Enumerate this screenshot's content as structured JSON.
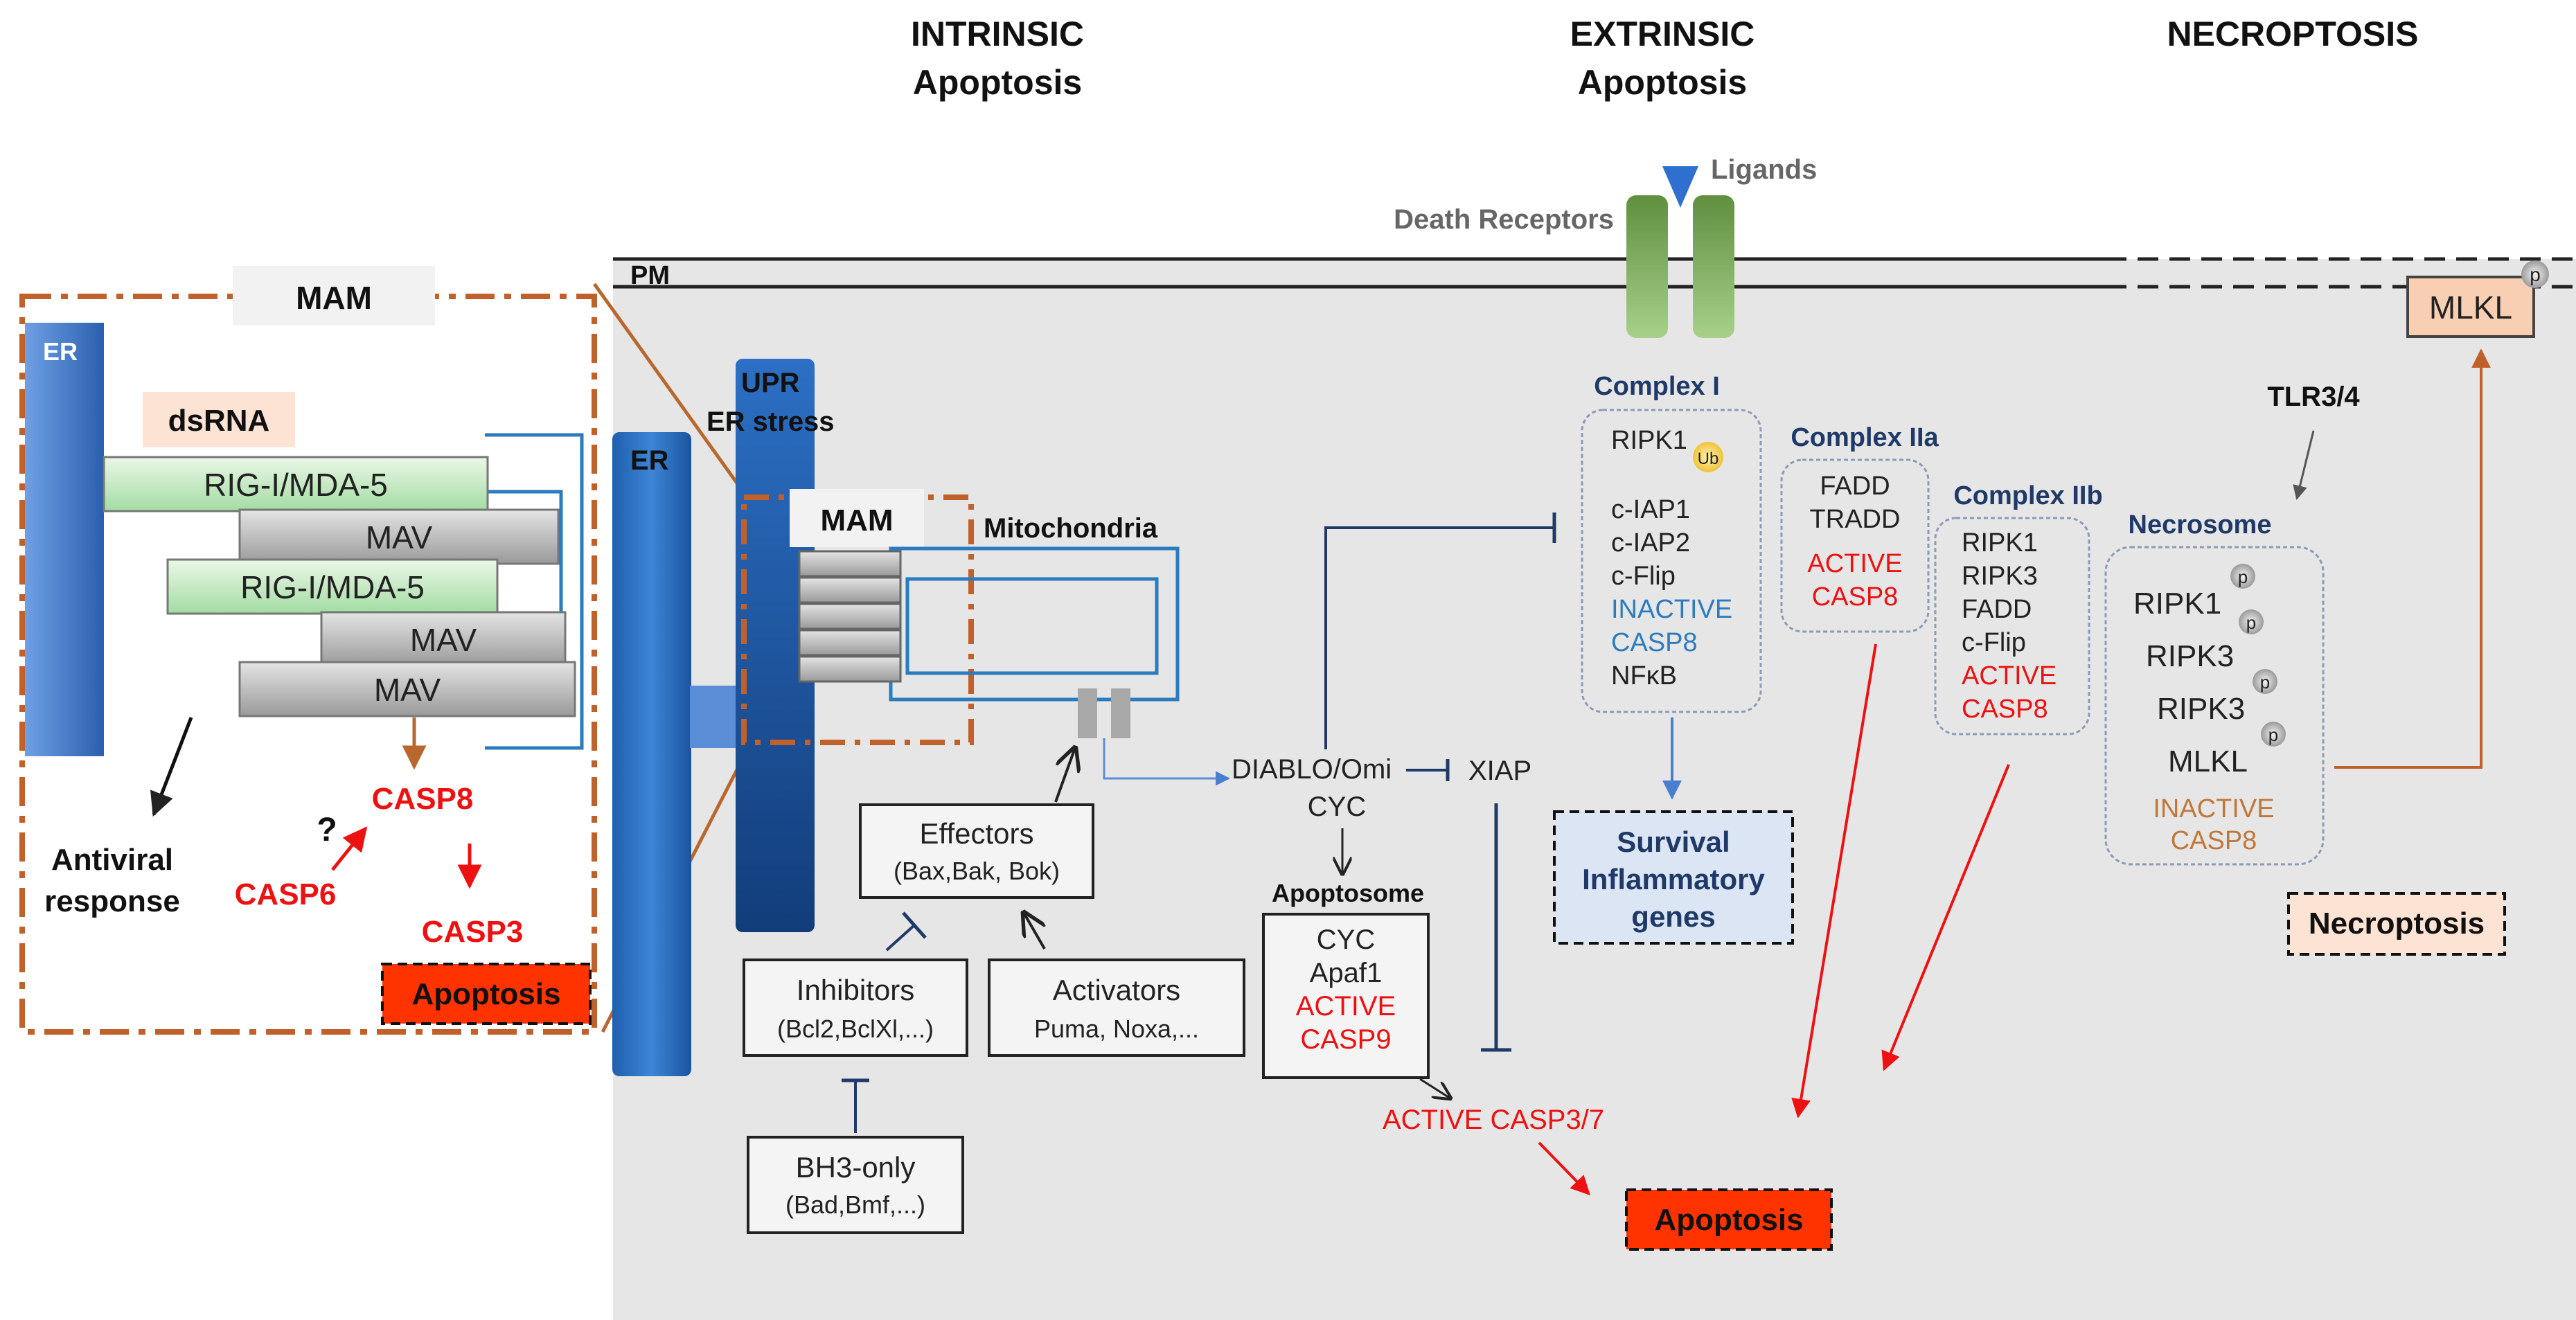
{
  "headers": {
    "intrinsic_1": "INTRINSIC",
    "intrinsic_2": "Apoptosis",
    "extrinsic_1": "EXTRINSIC",
    "extrinsic_2": "Apoptosis",
    "necroptosis": "NECROPTOSIS"
  },
  "membrane": {
    "pm": "PM",
    "ligands": "Ligands",
    "death_receptors": "Death Receptors",
    "mlkl": "MLKL",
    "p": "p"
  },
  "inset": {
    "mam": "MAM",
    "er": "ER",
    "dsrna": "dsRNA",
    "rig1": "RIG-I/MDA-5",
    "mav1": "MAV",
    "rig2": "RIG-I/MDA-5",
    "mav2": "MAV",
    "mav3": "MAV",
    "antiviral_1": "Antiviral",
    "antiviral_2": "response",
    "question": "?",
    "casp8": "CASP8",
    "casp6": "CASP6",
    "casp3": "CASP3",
    "apoptosis": "Apoptosis"
  },
  "intrinsic": {
    "er": "ER",
    "upr_1": "UPR",
    "upr_2": "ER stress",
    "mam": "MAM",
    "mitochondria": "Mitochondria",
    "effectors": "Effectors",
    "effectors_sub": "(Bax,Bak, Bok)",
    "inhibitors": "Inhibitors",
    "inhibitors_sub": "(Bcl2,BclXl,...)",
    "activators": "Activators",
    "activators_sub": "Puma, Noxa,...",
    "bh3": "BH3-only",
    "bh3_sub": "(Bad,Bmf,...)",
    "diablo": "DIABLO/Omi",
    "cyc": "CYC",
    "xiap": "XIAP",
    "apoptosome": "Apoptosome",
    "apoptosome_items": [
      "CYC",
      "Apaf1",
      "ACTIVE",
      "CASP9"
    ],
    "active_casp37": "ACTIVE CASP3/7",
    "apoptosis": "Apoptosis"
  },
  "extrinsic": {
    "complex1": "Complex I",
    "complex1_items": [
      "RIPK1",
      "c-IAP1",
      "c-IAP2",
      "c-Flip",
      "INACTIVE",
      "CASP8",
      "NFκB"
    ],
    "ub": "Ub",
    "complex2a": "Complex IIa",
    "complex2a_items": [
      "FADD",
      "TRADD",
      "ACTIVE",
      "CASP8"
    ],
    "complex2b": "Complex IIb",
    "complex2b_items": [
      "RIPK1",
      "RIPK3",
      "FADD",
      "c-Flip",
      "ACTIVE",
      "CASP8"
    ],
    "survival_1": "Survival",
    "survival_2": "Inflammatory",
    "survival_3": "genes"
  },
  "necroptosis": {
    "tlr": "TLR3/4",
    "necrosome": "Necrosome",
    "items": [
      "RIPK1",
      "RIPK3",
      "RIPK3",
      "MLKL"
    ],
    "inactive": "INACTIVE",
    "casp8": "CASP8",
    "label": "Necroptosis",
    "p": "p"
  },
  "colors": {
    "red": "#ee1111",
    "navy": "#1f3a68",
    "blue": "#2b7bbf",
    "orange_dash": "#c0602a",
    "cell_gray": "#e6e6e6"
  }
}
